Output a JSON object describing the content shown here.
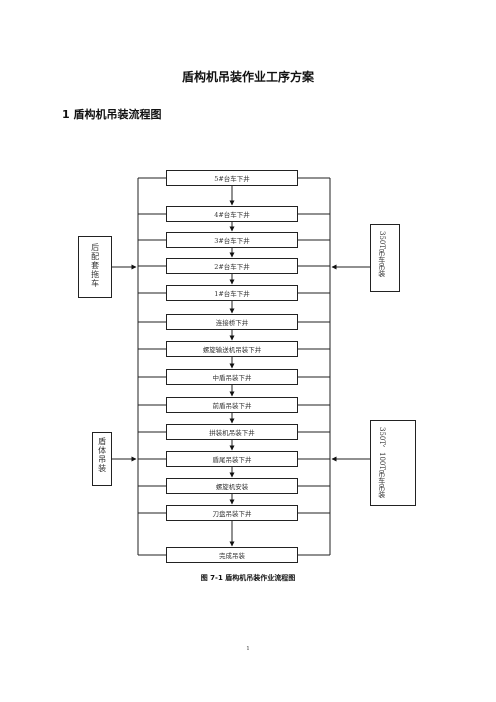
{
  "document": {
    "title": "盾构机吊装作业工序方案",
    "section_heading": "1 盾构机吊装流程图",
    "figure_caption": "图 7-1 盾构机吊装作业流程图",
    "page_number": "1"
  },
  "flowchart": {
    "steps": [
      "5#台车下井",
      "4#台车下井",
      "3#台车下井",
      "2#台车下井",
      "1#台车下井",
      "连接桥下井",
      "螺旋输送机吊装下井",
      "中盾吊装下井",
      "前盾吊装下井",
      "拼装机吊装下井",
      "盾尾吊装下井",
      "螺旋机安装",
      "刀盘吊装下井",
      "完成吊装"
    ],
    "left_boxes": [
      "后配套拖车",
      "盾体吊装"
    ],
    "right_boxes": [
      "350T吊车吊装",
      "350T、100T吊车吊装"
    ]
  }
}
